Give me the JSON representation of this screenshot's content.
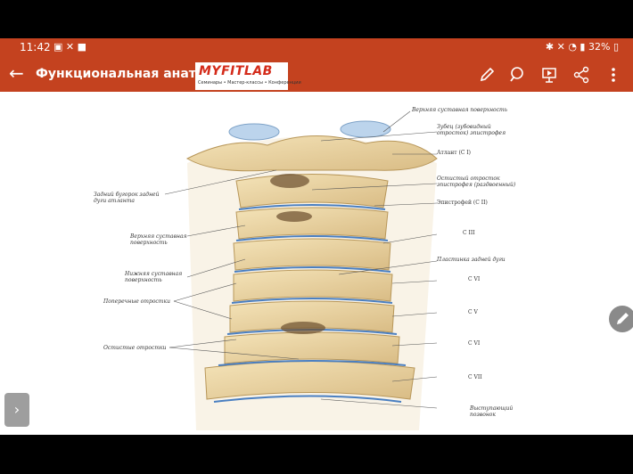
{
  "status": {
    "time": "11:42",
    "battery": "32%",
    "left_icons": [
      "gallery-icon",
      "cross-icon",
      "video-icon"
    ],
    "right_icons": [
      "bluetooth-icon",
      "mute-icon",
      "wifi-icon",
      "signal-icon",
      "battery-icon"
    ]
  },
  "appbar": {
    "title": "Функциональная анатомия",
    "logo_main": "MYFITLAB",
    "logo_sub": "Семинары • Мастер-классы • Конференции",
    "actions": [
      "pen-icon",
      "search-icon",
      "presentation-icon",
      "share-icon",
      "more-icon"
    ]
  },
  "figure": {
    "labels_right": [
      "Верхняя суставная поверхность",
      "Зубец (зубовидный\nотросток) эпистрофея",
      "Атлант (C I)",
      "Остистый отросток\nэпистрофея (раздвоенный)",
      "Эпистрофей (C II)",
      "C III",
      "Пластинка задней дуги",
      "C VI",
      "C V",
      "C VI",
      "C VII",
      "Выступающий\nпозвонок"
    ],
    "labels_left": [
      "Задний бугорок задней\nдуги атланта",
      "Верхняя суставная\nповерхность",
      "Нижняя суставная\nповерхность",
      "Поперечные отростки",
      "Остистые отростки"
    ]
  }
}
